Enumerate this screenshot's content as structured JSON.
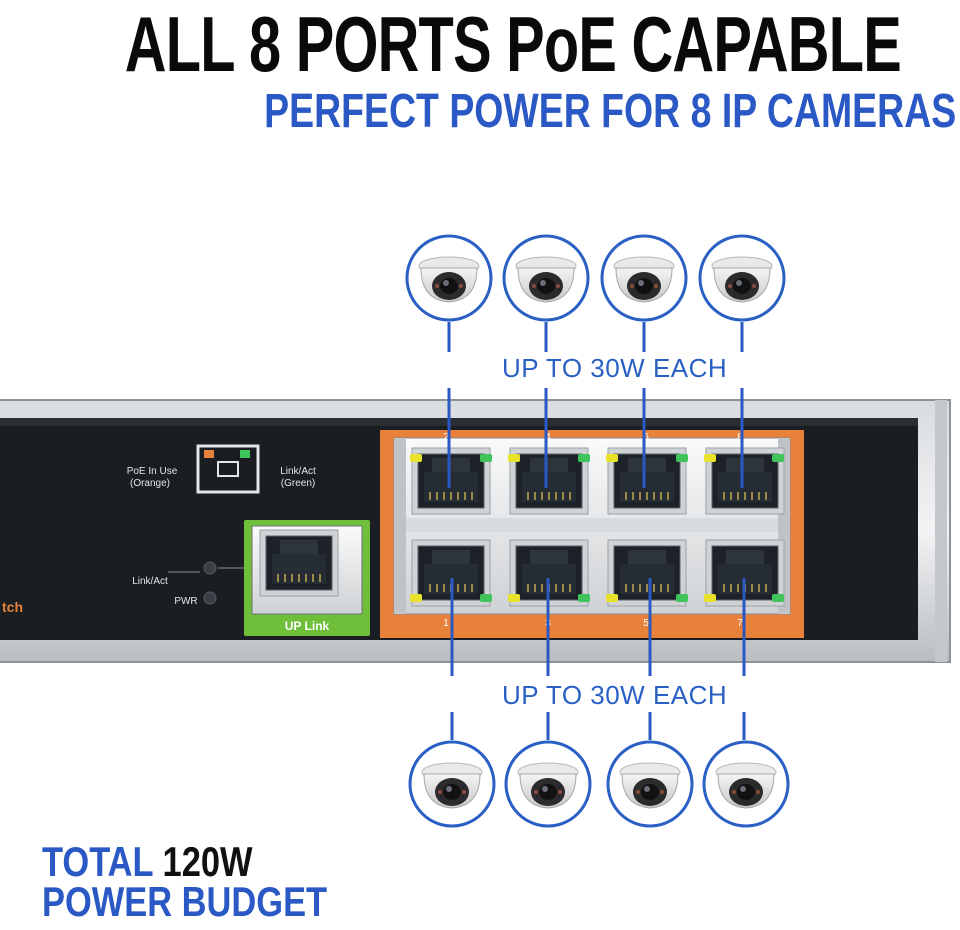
{
  "headline": "ALL 8 PORTS PoE CAPABLE",
  "subheadline": "PERFECT POWER FOR 8 IP CAMERAS",
  "per_port_top": "UP TO 30W EACH",
  "per_port_bottom": "UP TO 30W EACH",
  "budget": {
    "line1_blue": "TOTAL",
    "line1_black": "120W",
    "line2": "POWER BUDGET"
  },
  "device": {
    "led_legend_left": [
      "PoE In Use",
      "(Orange)"
    ],
    "led_legend_right": [
      "Link/Act",
      "(Green)"
    ],
    "status_led_1": "Link/Act",
    "status_led_2": "PWR",
    "uplink_label": "UP Link",
    "brand_fragment": "tch",
    "port_numbers_top": [
      "2",
      "4",
      "6",
      "8"
    ],
    "port_numbers_bottom": [
      "1",
      "3",
      "5",
      "7"
    ]
  },
  "colors": {
    "headline": "#0a0a0a",
    "accent_blue": "#2a58c4",
    "port_panel_orange": "#e8823a",
    "uplink_green": "#6fbf3a",
    "led_yellow": "#e8e32a",
    "led_green": "#3ec45a"
  },
  "icons": [
    "dome-camera-icon",
    "ethernet-port-icon",
    "status-led-icon"
  ]
}
